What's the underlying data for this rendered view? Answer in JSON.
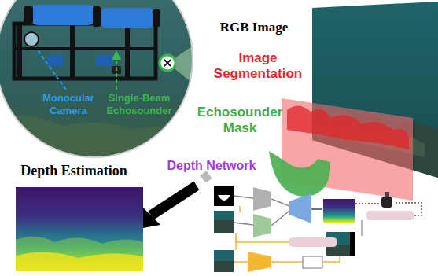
{
  "diagram": {
    "nodes": [
      {
        "text": [
          "Monocular Camera",
          "Single-Beam Echosounder"
        ]
      },
      {
        "text": [
          "Depth Estimation"
        ]
      }
    ],
    "labels": [
      "RGB Image",
      "Image Segmentation",
      "Echosounder Mask",
      "Depth Network"
    ]
  }
}
